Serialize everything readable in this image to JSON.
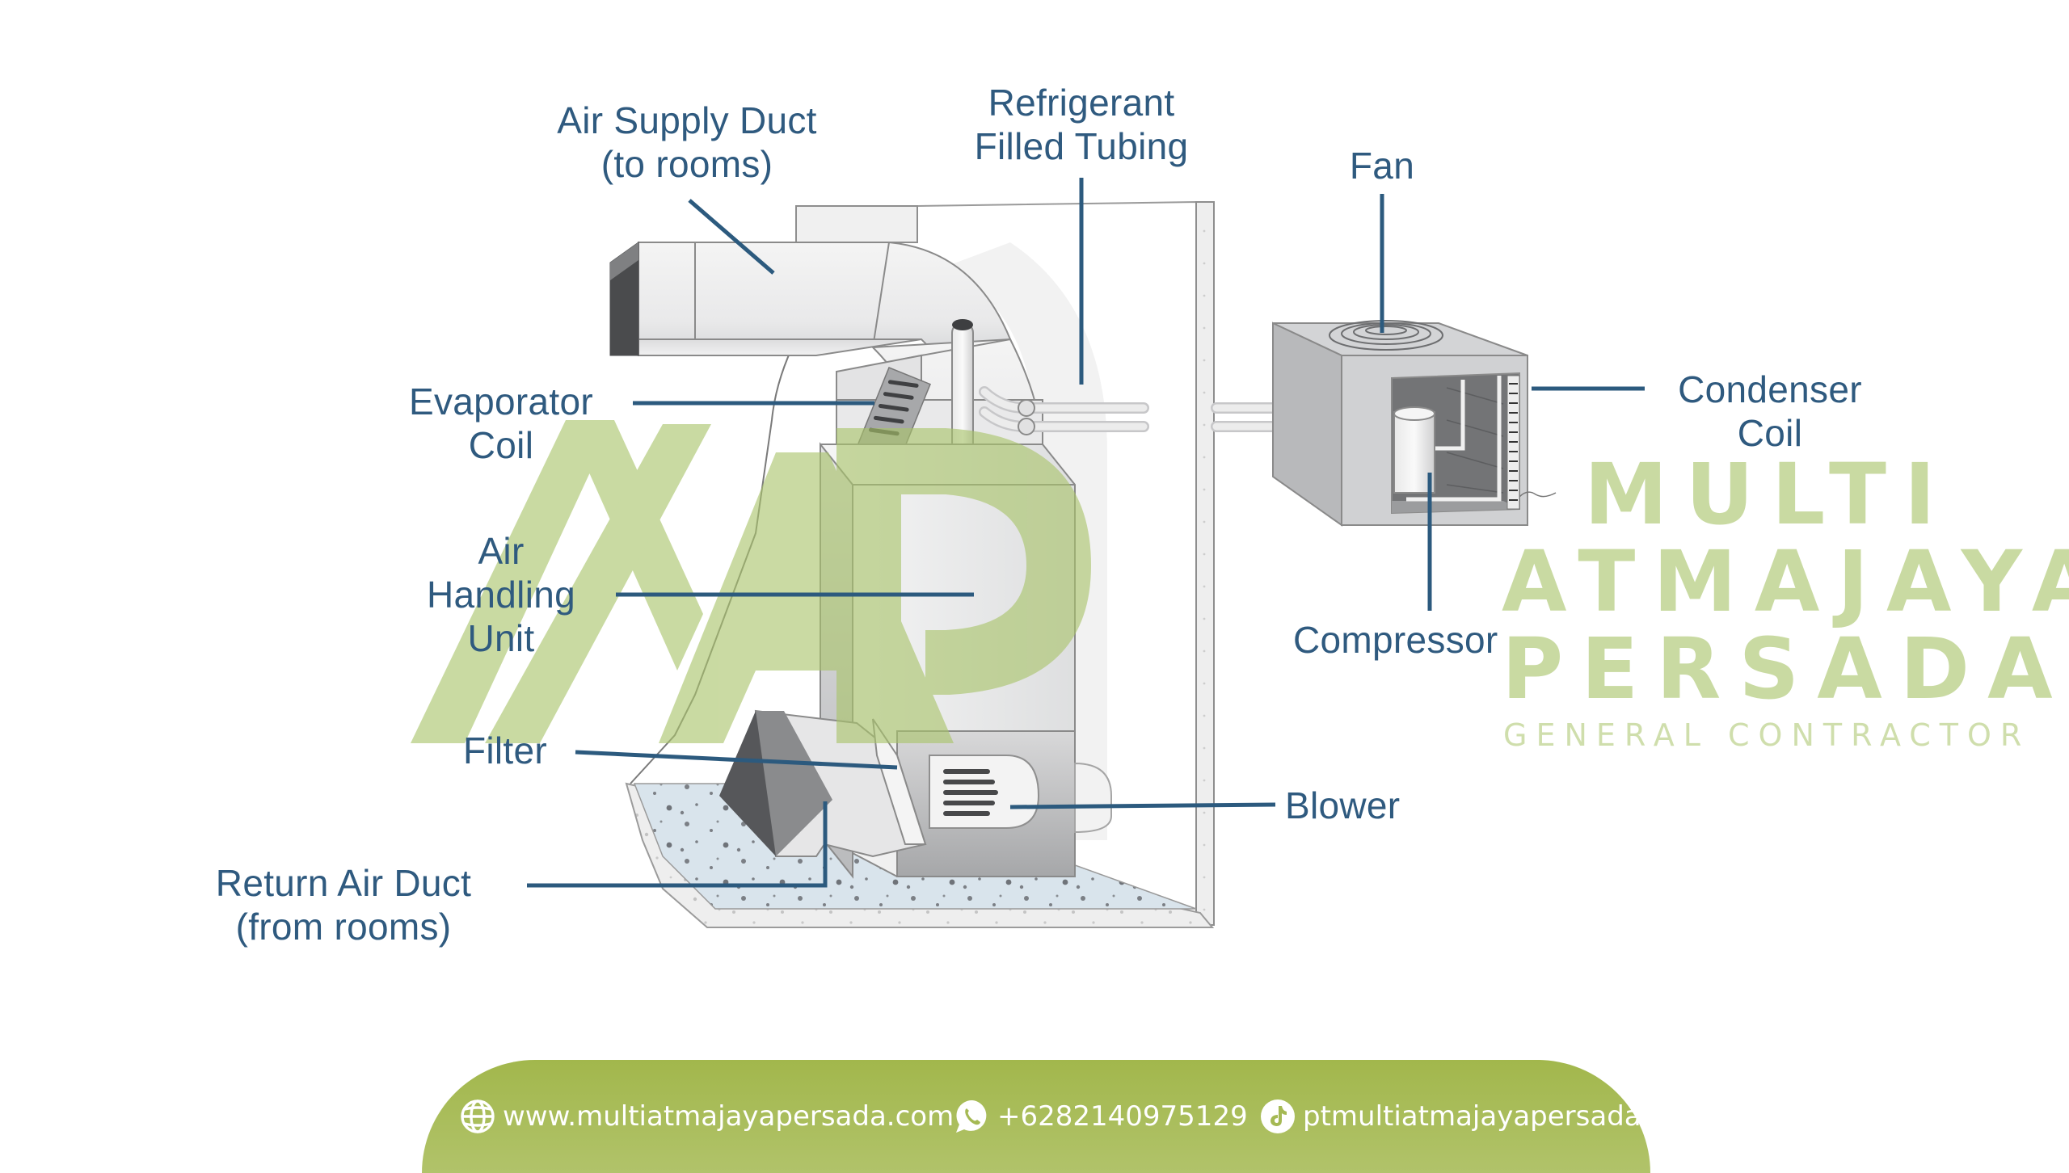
{
  "diagram": {
    "title": "Split air conditioning system components",
    "labels": {
      "air_supply_duct": [
        "Air Supply Duct",
        "(to rooms)"
      ],
      "refrigerant_tubing": [
        "Refrigerant",
        "Filled Tubing"
      ],
      "fan": [
        "Fan"
      ],
      "condenser_coil": [
        "Condenser",
        "Coil"
      ],
      "evaporator_coil": [
        "Evaporator",
        "Coil"
      ],
      "air_handling_unit": [
        "Air",
        "Handling",
        "Unit"
      ],
      "compressor": [
        "Compressor"
      ],
      "filter": [
        "Filter"
      ],
      "blower": [
        "Blower"
      ],
      "return_air_duct": [
        "Return Air Duct",
        "(from rooms)"
      ]
    }
  },
  "watermark": {
    "logo_letters": "MAP",
    "lines": [
      "MULTI",
      "ATMAJAYA",
      "PERSADA"
    ],
    "tagline": "GENERAL CONTRACTOR"
  },
  "footer": {
    "website": {
      "icon": "globe-icon",
      "text": "www.multiatmajayapersada.com"
    },
    "whatsapp": {
      "icon": "whatsapp-icon",
      "text": "+6282140975129"
    },
    "tiktok": {
      "icon": "tiktok-icon",
      "text": "ptmultiatmajayapersada"
    }
  },
  "colors": {
    "label_text": "#2f5a7f",
    "leader_line": "#2c5a7e",
    "watermark_green": "#a9c46a",
    "footer_green": "#a2b74c",
    "footer_text": "#ffffff"
  }
}
